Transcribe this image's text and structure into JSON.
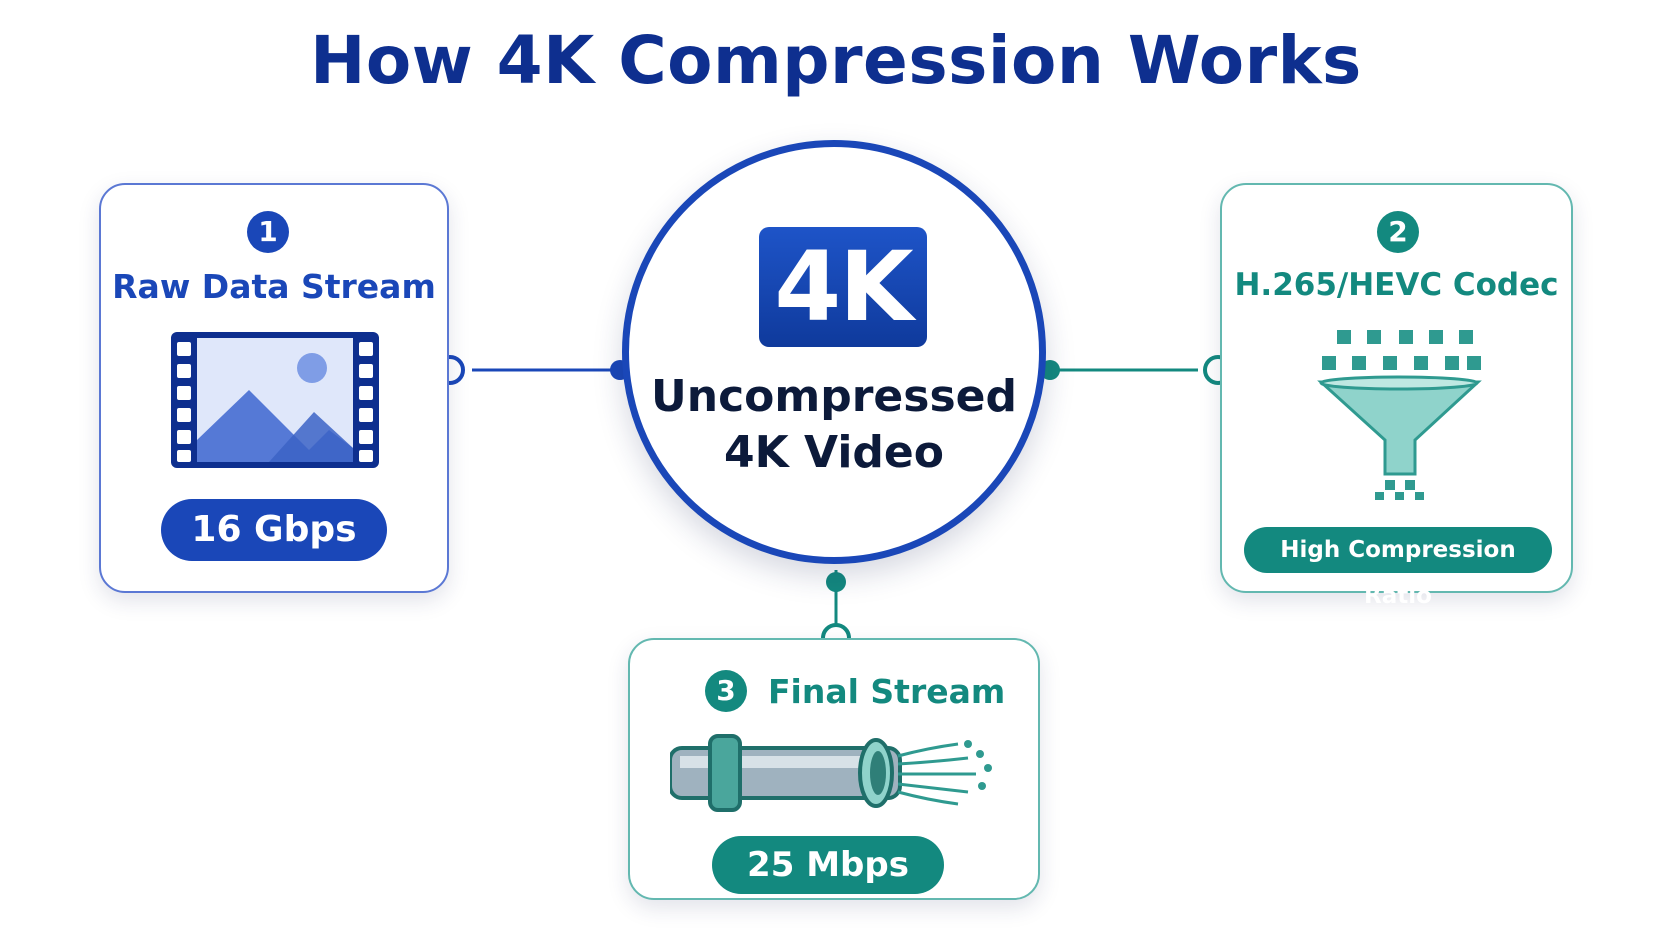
{
  "title": "How 4K Compression Works",
  "center": {
    "badge": "4K",
    "line1": "Uncompressed",
    "line2": "4K Video"
  },
  "steps": [
    {
      "number": "1",
      "title": "Raw Data Stream",
      "value": "16 Gbps",
      "icon": "film-frame-icon"
    },
    {
      "number": "2",
      "title": "H.265/HEVC Codec",
      "value": "High Compression Ratio",
      "icon": "funnel-icon"
    },
    {
      "number": "3",
      "title": "Final Stream",
      "value": "25 Mbps",
      "icon": "pipe-icon"
    }
  ],
  "colors": {
    "navy": "#0e2f8f",
    "blue": "#1a47b8",
    "teal": "#13897f",
    "teal_light": "#63b8b0"
  }
}
